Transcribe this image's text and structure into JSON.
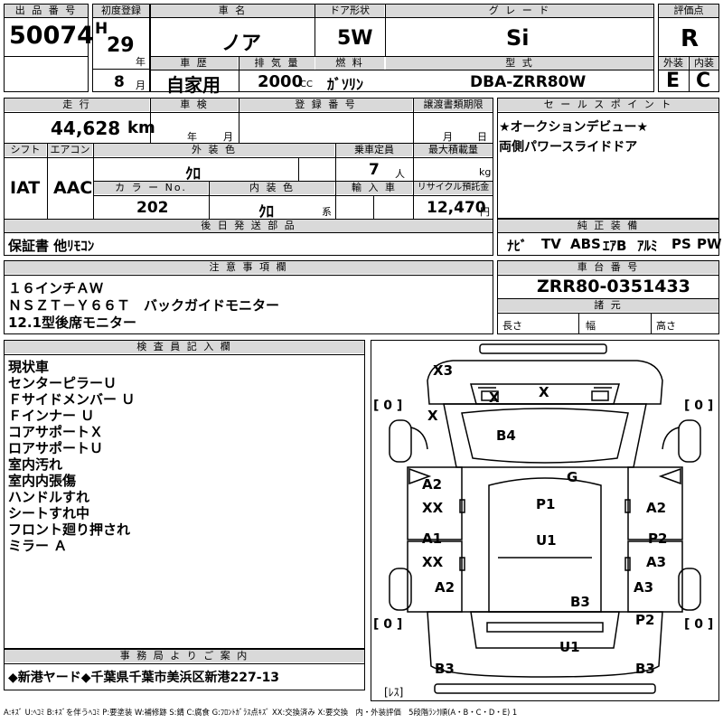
{
  "header": {
    "lot_label": "出 品 番 号",
    "lot_number": "50074",
    "first_reg_label": "初度登録",
    "era": "H",
    "year": "29",
    "year_unit": "年",
    "month": "8",
    "month_unit": "月",
    "car_name_label": "車 名",
    "car_name": "ノア",
    "door_label": "ドア形状",
    "door": "5W",
    "grade_label": "グ レ ー ド",
    "grade": "Si",
    "score_label": "評価点",
    "score": "R",
    "history_label": "車 歴",
    "history": "自家用",
    "displacement_label": "排 気 量",
    "displacement": "2000",
    "displacement_unit": "CC",
    "fuel_label": "燃 料",
    "fuel": "ｶﾞｿﾘﾝ",
    "model_label": "型 式",
    "model": "DBA-ZRR80W",
    "ext_eval_label": "外装",
    "ext_eval": "E",
    "int_eval_label": "内装",
    "int_eval": "C"
  },
  "row2": {
    "mileage_label": "走 行",
    "mileage": "44,628",
    "mileage_unit": "km",
    "inspection_label": "車 検",
    "insp_year_unit": "年",
    "insp_month_unit": "月",
    "reg_no_label": "登 録 番 号",
    "transfer_label": "譲渡書類期限",
    "transfer_month_unit": "月",
    "transfer_day_unit": "日",
    "shift_label": "シフト",
    "shift": "IAT",
    "ac_label": "エアコン",
    "ac": "AAC",
    "ext_color_label": "外 装 色",
    "ext_color": "ｸﾛ",
    "capacity_label": "乗車定員",
    "capacity": "7",
    "capacity_unit": "人",
    "max_load_label": "最大積載量",
    "max_load_unit": "kg",
    "color_no_label": "カ ラ ー No.",
    "color_no": "202",
    "int_color_label": "内 装 色",
    "int_color": "ｸﾛ",
    "int_color_unit": "系",
    "import_label": "輸 入 車",
    "recycle_label": "リサイクル預託金",
    "recycle": "12,470",
    "recycle_unit": "円",
    "later_parts_label": "後 日 発 送 部 品",
    "later_parts": "保証書 他ﾘﾓｺﾝ"
  },
  "sales_points": {
    "label": "セ ー ル ス ポ イ ン ト",
    "lines": [
      "★オークションデビュー★",
      "両側パワースライドドア"
    ]
  },
  "genuine_equipment": {
    "label": "純 正 装 備",
    "items": [
      "ﾅﾋﾞ",
      "TV",
      "ABS",
      "ｴｱB",
      "ｱﾙﾐ",
      "PS",
      "PW"
    ]
  },
  "notes": {
    "label": "注 意 事 項 欄",
    "lines": [
      "１６インチＡＷ",
      "ＮＳＺＴ－Ｙ６６Ｔ　バックガイドモニター",
      "12.1型後席モニター"
    ]
  },
  "chassis": {
    "label": "車 台 番 号",
    "number": "ZRR80-0351433",
    "spec_label": "諸 元",
    "length_label": "長さ",
    "width_label": "幅",
    "height_label": "高さ"
  },
  "inspector": {
    "label": "検 査 員 記 入 欄",
    "lines": [
      "現状車",
      "センターピラーＵ",
      "Ｆサイドメンバー Ｕ",
      "Ｆインナー Ｕ",
      "コアサポートＸ",
      "ロアサポートＵ",
      "室内汚れ",
      "室内内張傷",
      "ハンドルすれ",
      "シートすれ中",
      "フロント廻り押され",
      "ミラー Ａ"
    ]
  },
  "office": {
    "label": "事 務 局 よ り ご 案 内",
    "text": "◆新港ヤード◆千葉県千葉市美浜区新港227-13"
  },
  "diagram": {
    "marks": {
      "x3": "X3",
      "x_top1": "X",
      "x_top2": "X",
      "x_left": "X",
      "b4": "B4",
      "g": "G",
      "a2_left": "A2",
      "xx_left1": "XX",
      "a1_left": "A1",
      "xx_left2": "XX",
      "a2_left_rear": "A2",
      "p1": "P1",
      "u1_mid": "U1",
      "a2_right": "A2",
      "p2_right": "P2",
      "a3_right": "A3",
      "a3_right_rear": "A3",
      "b3_center": "B3",
      "p2_right_rear": "P2",
      "u1_bottom": "U1",
      "b3_left": "B3",
      "b3_right": "B3"
    },
    "tire_tl": "[ 0 ]",
    "tire_tr": "[ 0 ]",
    "tire_bl": "[ 0 ]",
    "tire_br": "[ 0 ]",
    "spare": "[ﾚｽ]"
  },
  "legend": "A:ｷｽﾞ U:ﾍｺﾐ B:ｷｽﾞを伴うﾍｺﾐ P:要塗装 W:補修跡 S:錆 C:腐食 G:ﾌﾛﾝﾄｶﾞﾗｽ点ｷｽﾞ XX:交換済み X:要交換　内・外装評価　5段階ﾗﾝｸ順(A・B・C・D・E) 1"
}
